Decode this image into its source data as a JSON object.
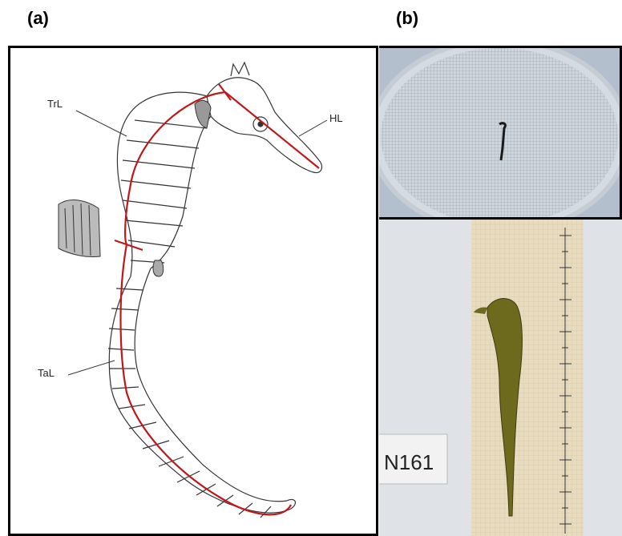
{
  "panels": {
    "a": {
      "label": "(a)",
      "callouts": {
        "trunk": "TrL",
        "head": "HL",
        "tail": "TaL"
      }
    },
    "b": {
      "label": "(b)",
      "specimen_tag": "N161"
    }
  },
  "colors": {
    "measure_line": "#c0171a",
    "grid": "#9aa6b4",
    "paper": "#dcd7c6"
  }
}
